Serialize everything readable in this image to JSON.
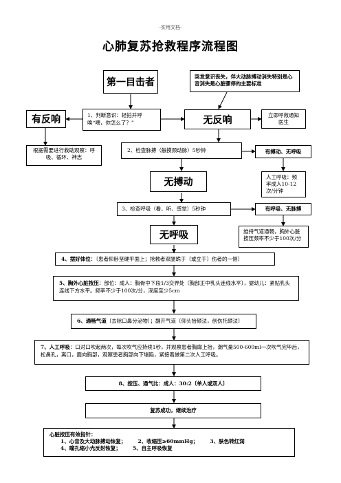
{
  "header": {
    "note": "-实用文档-"
  },
  "title": "心肺复苏抢救程序流程图",
  "nodes": {
    "first_witness": "第一目击者",
    "sudden_loss": "突发意识丧失，伴大动脉搏动消失特别是心音消失是心脏骤停的主要标准",
    "responsive": "有反响",
    "step1": "1、判断意识：轻拍并呼唤“喂，你怎么了？”",
    "unresponsive": "无反响",
    "call_help": "立即呼救通知医生",
    "as_needed": "根据需要进行救助观察：呼吸、循环、神志",
    "step2": "2、检查脉搏（触摸颈动脉）5秒钟",
    "pulse_no_breath": "有搏动、无呼吸",
    "no_pulse": "无搏动",
    "artificial_breath": "人工呼吸：频率成人10-12次/分钟",
    "step3": "3、检查呼吸（看、听、感觉）5秒钟",
    "breath_no_pulse": "有呼吸、无脉搏",
    "no_breath": "无呼吸",
    "keep_airway": "维持气道通畅，胸外心脏按压频率不少于100次/分",
    "step4_label": "4、摆好体位",
    "step4_text": "：〔患者仰卧坚硬平面上；抢救者双腿跪于〔或立于〕伤者的一侧〕",
    "step5_label": "5、胸外心脏按压",
    "step5_text": "：部位：成人：胸骨中下段1/3交界处〔胸部正中乳头连线水平〕，婴幼儿：紧贴乳头连线下方水平。频率不少于100次/分，深度至少5cm",
    "step6_label": "6、通畅气道",
    "step6_text": "〔去除口鼻分泌物〕；翻开气道〔仰头抬颏法，创伤托颌法〕",
    "step7_label": "7、人工呼吸",
    "step7_text": "：口对口吹起两次，每次吹气应持续1秒，并观察患者胸廓上抬，潮气量500-600ml一次吹气完毕后，松鼻孔，离口，面向胸部，观察患者胸部向下塌陷，紧接着做第二次人工呼吸。",
    "step8": "8、按压、通气比：成人：30:2〔单人或双人〕",
    "success": "复苏成功，继续治疗"
  },
  "effective": {
    "heading": "心脏按压有效指针：",
    "items": [
      "1、心音及大动脉搏动恢复；",
      "2、收缩压≥60mmHg；",
      "3、肤色转红润",
      "4、瞳孔缩小光反射恢复；",
      "5、自主呼吸恢复"
    ]
  }
}
